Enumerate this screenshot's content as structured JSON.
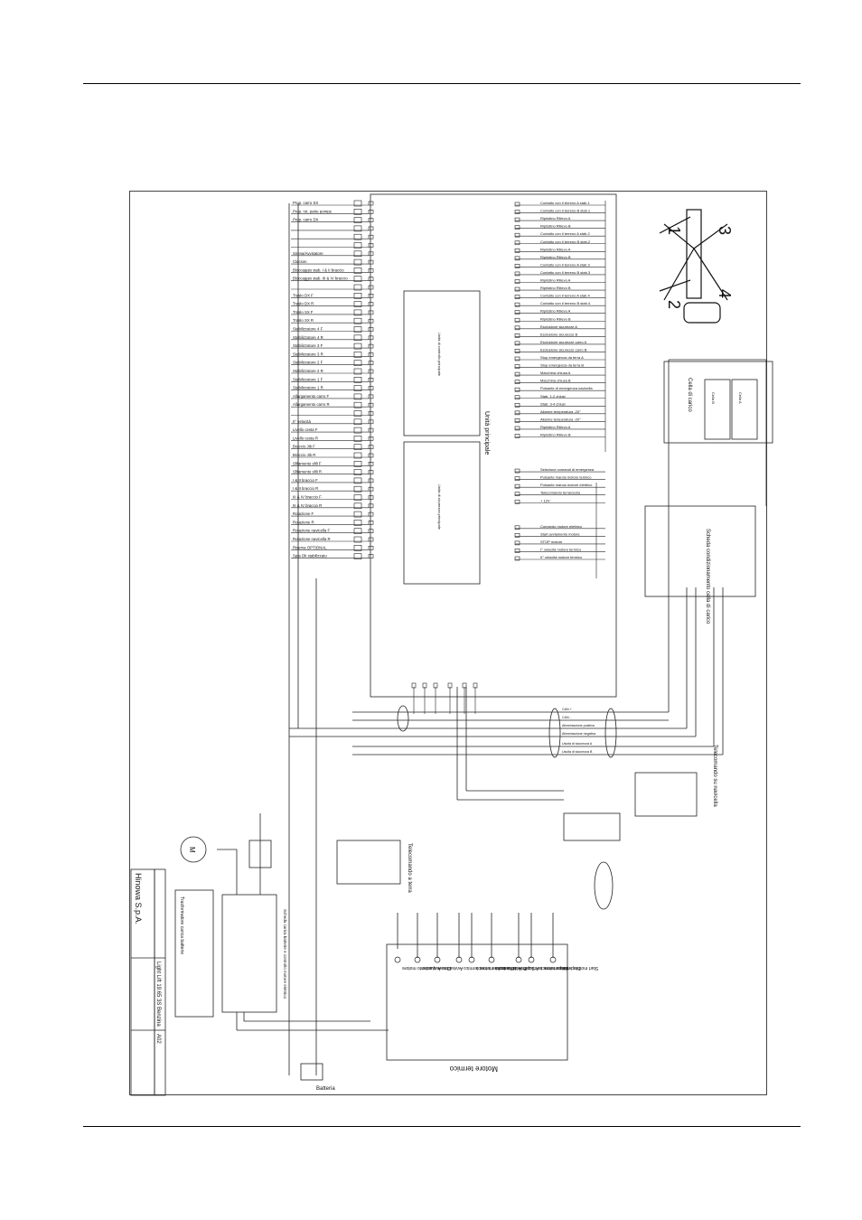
{
  "main_unit": {
    "title": "Unità principale",
    "left_labels": [
      "Prop. carro SX",
      "Prop. rot. parte pompe",
      "Prop. carro DX",
      "",
      "",
      "",
      "Sirena/Avvisatore",
      "Clacson",
      "Bloccaggio stab. I & II braccio",
      "Bloccaggio stab. III & IV braccio",
      "",
      "Traslo DX F",
      "Traslo DX R",
      "Traslo SX F",
      "Traslo SX R",
      "Stabilizzatore 4 F",
      "Stabilizzatore 4 R",
      "Stabilizzatore 3 F",
      "Stabilizzatore 3 R",
      "Stabilizzatore 2 F",
      "Stabilizzatore 2 R",
      "Stabilizzatore 1 F",
      "Stabilizzatore 1 R",
      "Allargamento carro F",
      "Allargamento carro R",
      "",
      "II° velocità",
      "Livello cesta F",
      "Livello cesta R",
      "Braccio Jib F",
      "Braccio Jib R",
      "Sfilamento sfili F",
      "Sfilamento sfili R",
      "I & II braccio F",
      "I & II braccio R",
      "III & IV braccio F",
      "III & IV braccio R",
      "Rotazione F",
      "Rotazione R",
      "Rotazione navicella F",
      "Rotazione navicella R",
      "Riserva OPTIONAL",
      "Spia Ok stabilizzato"
    ],
    "right_labels": [
      "Contatto con il terreno A stab.1",
      "Contatto con il terreno B stab.1",
      "Ripristino Rilievo A",
      "Ripristino Rilievo B",
      "Contatto con il terreno A stab.2",
      "Contatto con il terreno B stab.2",
      "Ripristino Rilievo A",
      "Ripristino Rilievo B",
      "Contatto con il terreno A stab.3",
      "Contatto con il terreno B stab.3",
      "Ripristino Rilievo A",
      "Ripristino Rilievo B",
      "Contatto con il terreno A stab.4",
      "Contatto con il terreno B stab.4",
      "Ripristino Rilievo A",
      "Ripristino Rilievo B",
      "Esclusione sicurezze A",
      "Esclusione sicurezze B",
      "Esclusione sicurezze carro A",
      "Esclusione sicurezze carro B",
      "Stop emergenza da terra A",
      "Stop emergenza da terra B",
      "Macchina chiusa A",
      "Macchina chiusa B",
      "Pulsante di emergenza navicella",
      "Stab. 1-2 chiusi",
      "Stab. 3-4 chiusi",
      "Allarme temperatura -20°",
      "Allarme temperatura -20°",
      "Ripristino Rilievo A",
      "Ripristino Rilievo B",
      "Selezione comandi di emergenza",
      "Pulsante marcia motore termico",
      "Pulsante marcia motore elettrico",
      "Telecomando terra/cesta",
      "+ 12V",
      "Comando motore elettrico",
      "Start avviamento motore",
      "STOP motore",
      "I° velocità motore termico",
      "II° velocità motore termico"
    ],
    "inner_box_1": "Unità di controllo principale",
    "inner_box_2": "Unità di sicurezza principale"
  },
  "lower_bus": [
    "CAN +",
    "CAN -",
    "Alimentazione positiva",
    "Alimentazione negativa",
    "Uscita di sicurezza A",
    "Uscita di sicurezza B"
  ],
  "blocks": {
    "load_cell": "Cella di carico",
    "load_cell_board": "Scheda condizionamento cella di carico",
    "cell_a": "Cella A",
    "cell_b": "Cella B",
    "remote_basket": "Telecomando su navicella",
    "remote_ground": "Telecomando a terra",
    "motor_M": "M",
    "transformer": "Trasformatore carica batterie",
    "charger_board": "Scheda carica batterie e controllo motore elettrico",
    "thermal_motor": "Motore termico",
    "battery": "Batteria",
    "thermal_motor_items": [
      "Start motore termico",
      "Stop motore termico A",
      "Stop motore termico B",
      "Super/Acceleratore",
      "I° velocità motore termico",
      "II° velocità motore termico",
      "Avvisatore",
      "Chiave quadro",
      "Avviamento motore"
    ]
  },
  "machine_numbers": [
    "1",
    "2",
    "3",
    "4"
  ],
  "title_block": {
    "company": "Hinowa S.p.A.",
    "drawing": "Light Lift 19.65 3S Benzina",
    "code": "A02"
  }
}
